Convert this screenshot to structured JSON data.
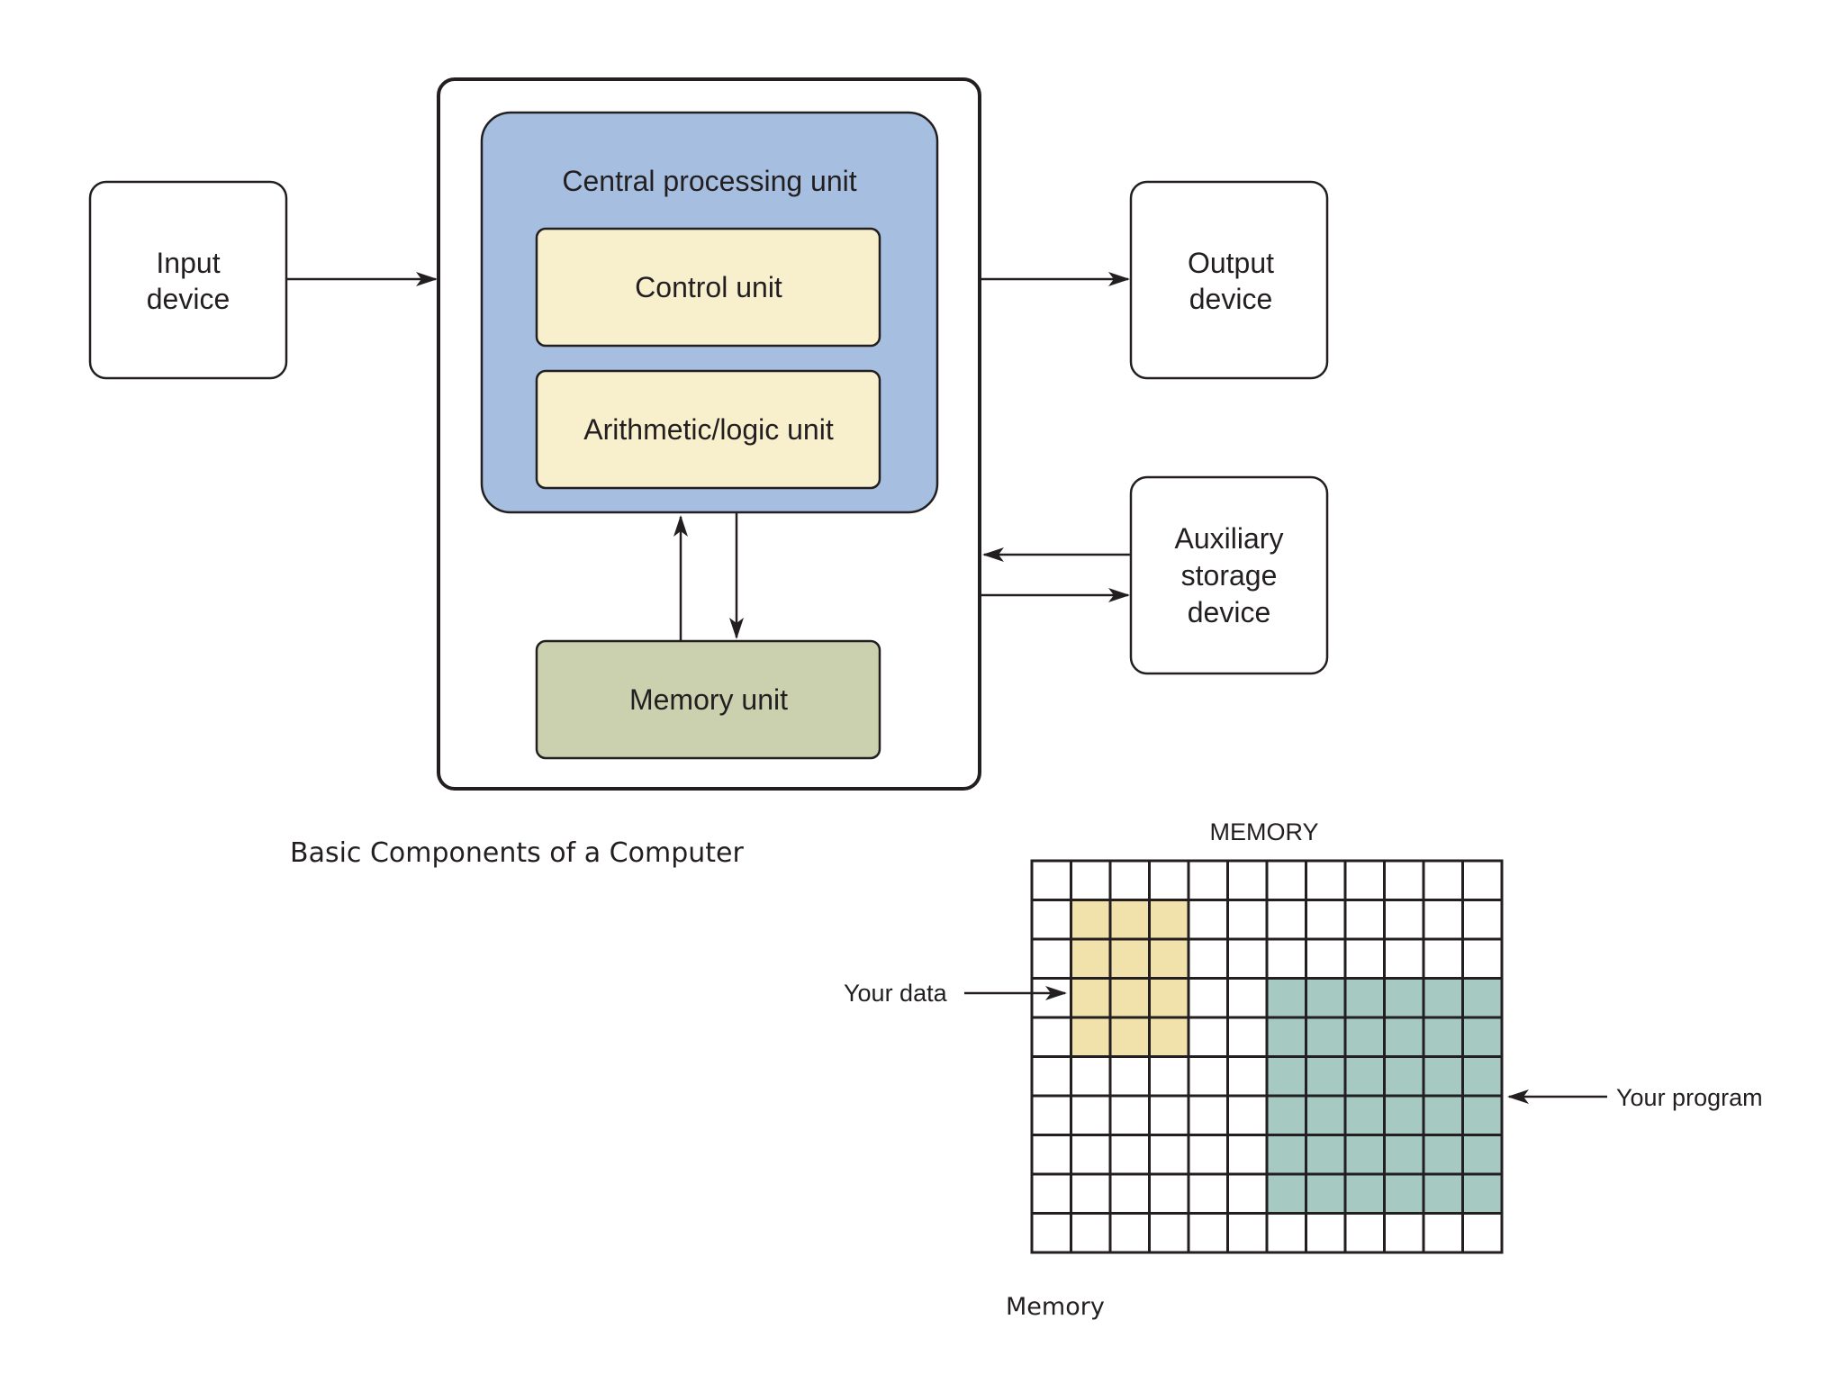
{
  "components": {
    "input_device": [
      "Input",
      "device"
    ],
    "cpu_title": "Central processing unit",
    "control_unit": "Control unit",
    "alu": "Arithmetic/logic unit",
    "memory_unit": "Memory unit",
    "output_device": [
      "Output",
      "device"
    ],
    "auxiliary_storage": [
      "Auxiliary",
      "storage",
      "device"
    ]
  },
  "captions": {
    "components": "Basic Components of a Computer",
    "memory": "Memory"
  },
  "memory": {
    "title": "MEMORY",
    "data_label": "Your data",
    "program_label": "Your program",
    "columns": 12,
    "rows": 10,
    "data_cells": {
      "cols": [
        1,
        3
      ],
      "rows": [
        1,
        4
      ]
    },
    "program_cells": {
      "cols": [
        6,
        11
      ],
      "rows": [
        3,
        8
      ]
    }
  },
  "colors": {
    "cpu": "#a6bee0",
    "cpu_subunit": "#f8efcd",
    "memory_unit": "#cbd0ae",
    "data_cells": "#f0e2aa",
    "program_cells": "#a6c9c2",
    "stroke": "#231f20"
  }
}
